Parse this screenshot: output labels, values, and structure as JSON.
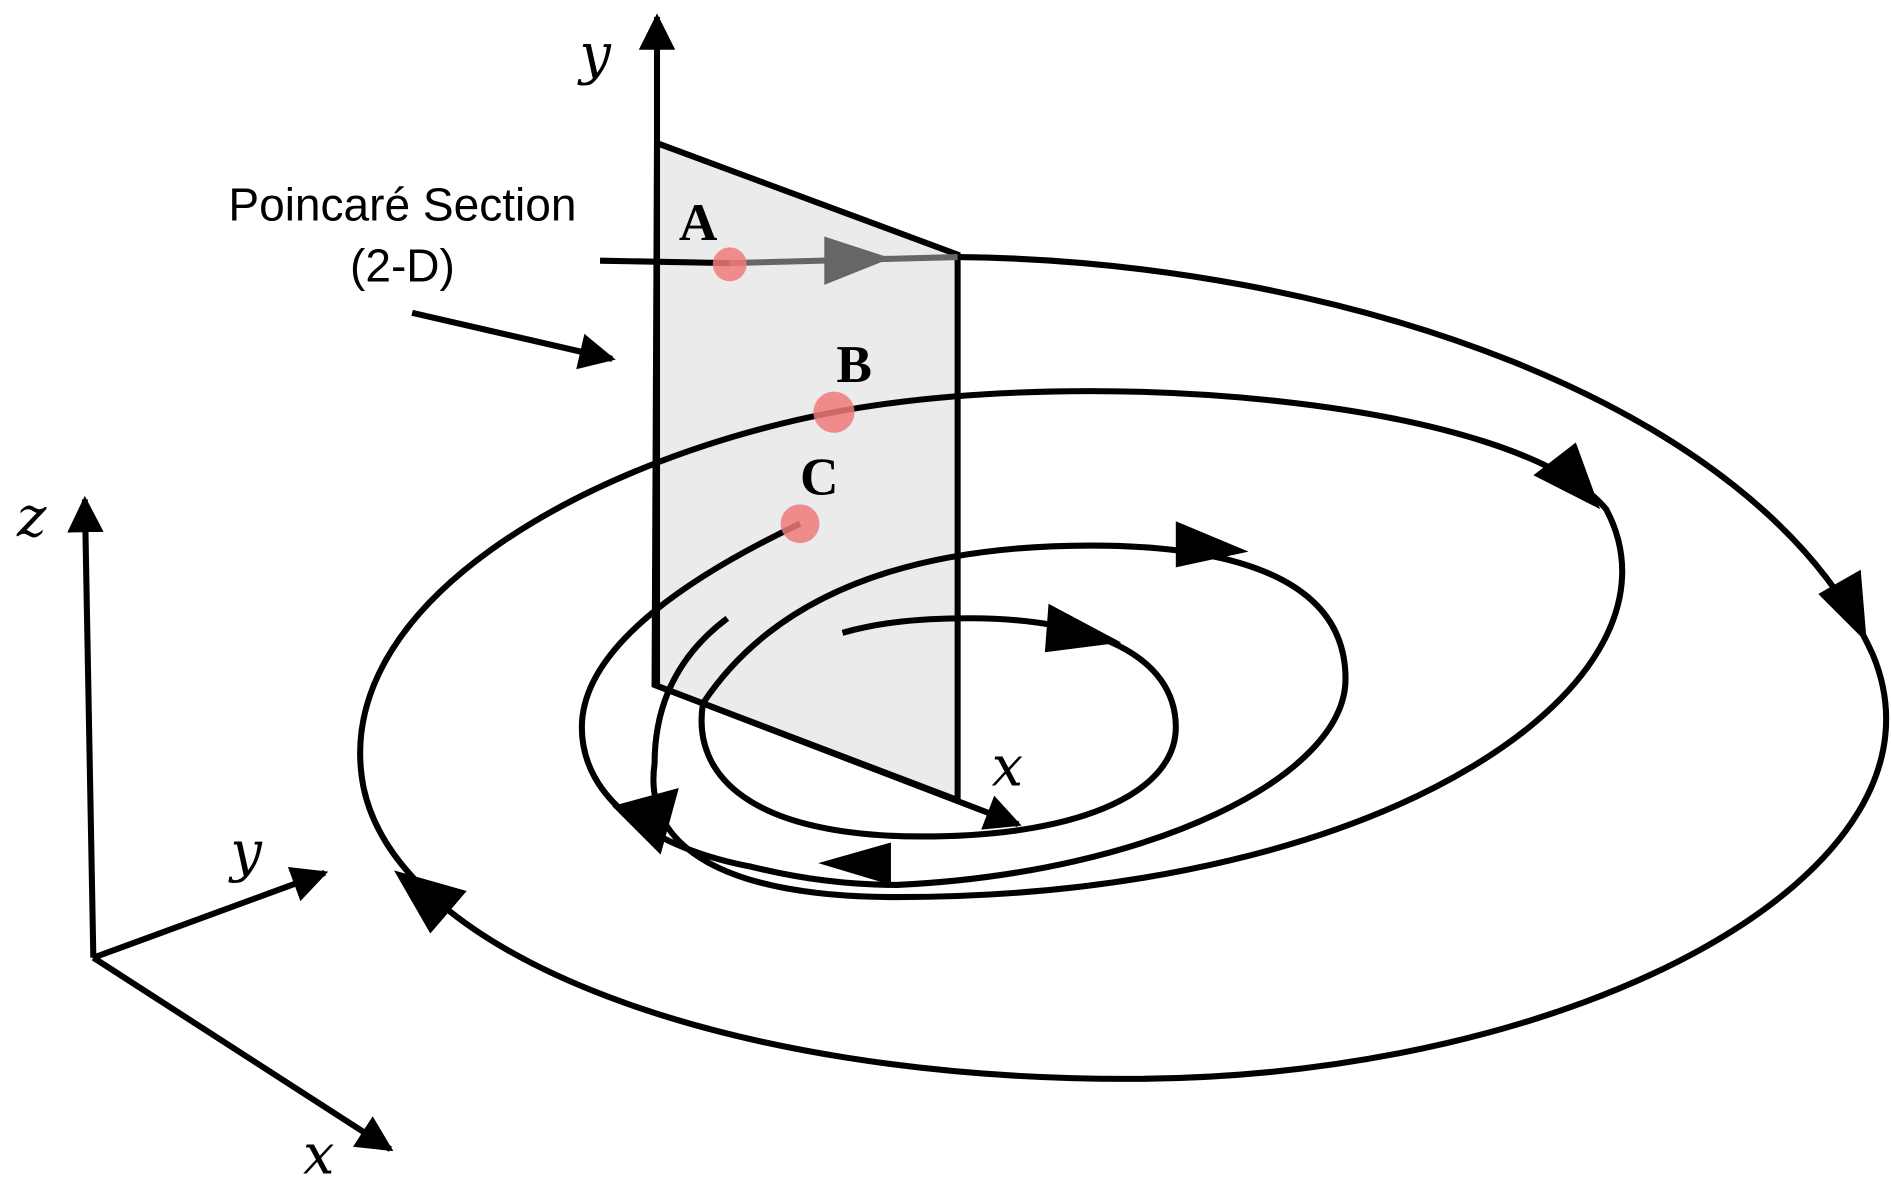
{
  "title": "Poincaré Section diagram",
  "labels": {
    "section_title": "Poincaré Section",
    "section_sub": "(2-D)",
    "point_a": "A",
    "point_b": "B",
    "point_c": "C",
    "plane_y": "y",
    "plane_x": "x",
    "axes_z": "z",
    "axes_y": "y",
    "axes_x": "x"
  },
  "colors": {
    "plane_fill": "#ebebeb",
    "point": "#f07a7a",
    "line": "#000000",
    "grey_line": "#666666"
  }
}
